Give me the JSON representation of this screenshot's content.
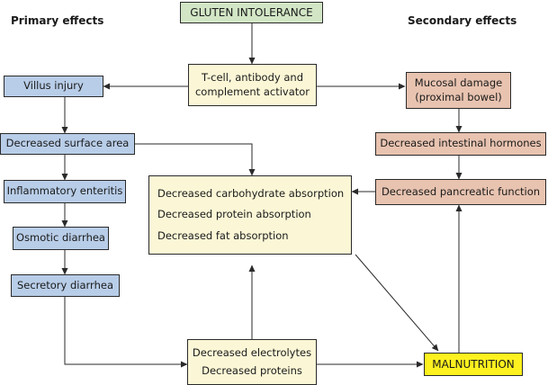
{
  "headings": {
    "primary": "Primary effects",
    "secondary": "Secondary effects"
  },
  "nodes": {
    "gluten": "GLUTEN INTOLERANCE",
    "activator_line1": "T-cell, antibody and",
    "activator_line2": "complement activator",
    "villus": "Villus injury",
    "mucosal_line1": "Mucosal damage",
    "mucosal_line2": "(proximal bowel)",
    "surface": "Decreased surface area",
    "hormones": "Decreased intestinal hormones",
    "pancreatic": "Decreased pancreatic function",
    "enteritis": "Inflammatory enteritis",
    "osmotic": "Osmotic diarrhea",
    "secretory": "Secretory diarrhea",
    "absorption": [
      "Decreased carbohydrate absorption",
      "Decreased protein absorption",
      "Decreased fat absorption"
    ],
    "electrolytes_line1": "Decreased electrolytes",
    "electrolytes_line2": "Decreased proteins",
    "malnutrition": "MALNUTRITION"
  },
  "colors": {
    "primary_box": "#b8cde8",
    "secondary_box": "#e8c3b0",
    "center_box": "#fbf7d6",
    "root_box": "#d2e6c6",
    "outcome_box": "#fdf11f",
    "line": "#2a2a2a"
  }
}
